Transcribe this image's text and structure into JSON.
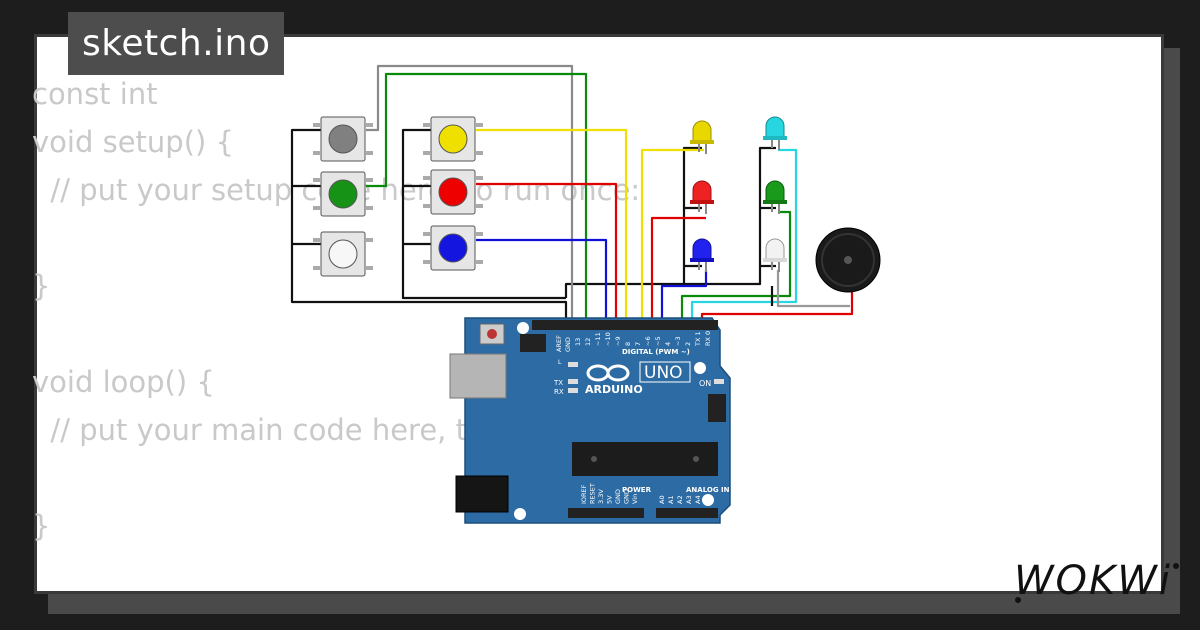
{
  "tab": {
    "title": "sketch.ino"
  },
  "code": {
    "lines": [
      "const int",
      "void setup() {",
      "  // put your setup code here, to run once:",
      "",
      "}",
      "",
      "void loop() {",
      "  // put your main code here, to run repeatedly:",
      "",
      "}"
    ]
  },
  "board": {
    "name": "ARDUINO",
    "model": "UNO",
    "on_label": "ON",
    "digital_label": "DIGITAL (PWM ~)",
    "power_label": "POWER",
    "analog_label": "ANALOG IN",
    "aref": "AREF",
    "gnd": "GND",
    "pins_digital": [
      "13",
      "12",
      "~11",
      "~10",
      "~9",
      "8",
      "7",
      "~6",
      "~5",
      "4",
      "~3",
      "2",
      "TX 1",
      "RX 0"
    ],
    "pins_power": [
      "IOREF",
      "RESET",
      "3.3V",
      "5V",
      "GND",
      "GND",
      "Vin"
    ],
    "pins_analog": [
      "A0",
      "A1",
      "A2",
      "A3",
      "A4",
      "A5"
    ],
    "led_l": "L",
    "led_tx": "TX",
    "led_rx": "RX"
  },
  "brand": {
    "logo": "WOKWi"
  },
  "colors": {
    "board": "#2c6ba3",
    "button_gray": "#808080",
    "button_green": "#169216",
    "button_white": "#f2f2f2",
    "button_yellow": "#f0e000",
    "button_red": "#ee0000",
    "button_blue": "#1515e0",
    "led_cyan": "#27d6e0"
  }
}
